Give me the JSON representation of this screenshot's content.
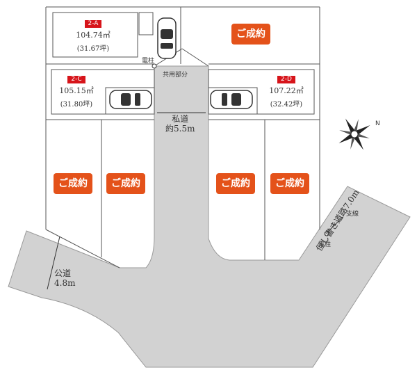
{
  "lots": {
    "a": {
      "id": "2-A",
      "area_m2": "104.74㎡",
      "area_tsubo": "(31.67坪)"
    },
    "c": {
      "id": "2-C",
      "area_m2": "105.15㎡",
      "area_tsubo": "(31.80坪)"
    },
    "d": {
      "id": "2-D",
      "area_m2": "107.22㎡",
      "area_tsubo": "(32.42坪)"
    }
  },
  "sold_label": "ご成約",
  "labels": {
    "utility_pole": "電柱",
    "shared_area": "共用部分",
    "private_road_name": "私道",
    "private_road_width": "約5.5m",
    "public_road_name": "公道",
    "public_road_width": "4.8m",
    "branch_line": "支線",
    "side_road": "但し書き道路7.0m"
  },
  "colors": {
    "sold_badge": "#e4521a",
    "lot_badge": "#d7141a",
    "road": "#d2d2d2",
    "line": "#666666"
  },
  "icons": [
    "car-icon",
    "compass-icon",
    "utility-pole-icon"
  ]
}
